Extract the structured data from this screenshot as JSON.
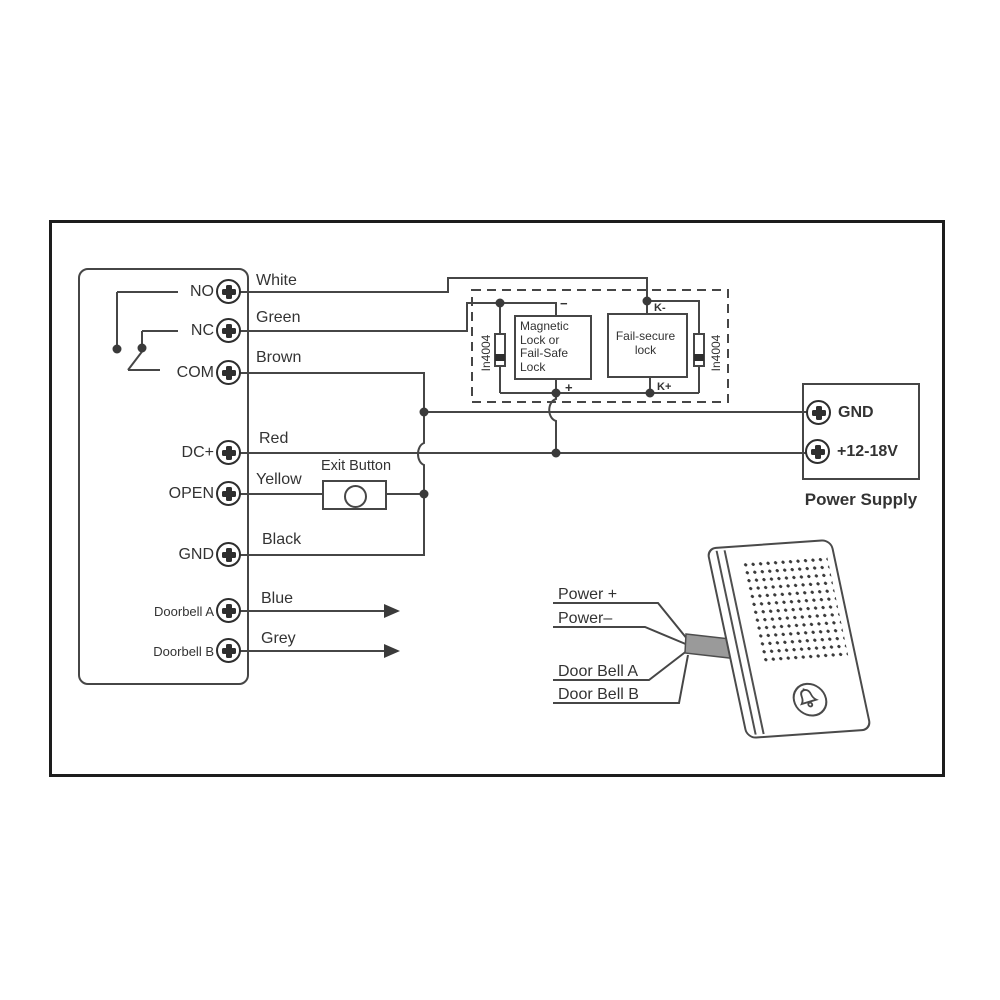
{
  "diagram": {
    "controller": {
      "terminals": [
        {
          "label": "NO",
          "wire": "White"
        },
        {
          "label": "NC",
          "wire": "Green"
        },
        {
          "label": "COM",
          "wire": "Brown"
        },
        {
          "label": "DC+",
          "wire": "Red"
        },
        {
          "label": "OPEN",
          "wire": "Yellow"
        },
        {
          "label": "GND",
          "wire": "Black"
        },
        {
          "label": "Doorbell A",
          "wire": "Blue"
        },
        {
          "label": "Doorbell B",
          "wire": "Grey"
        }
      ]
    },
    "exit_button": {
      "label": "Exit Button"
    },
    "lock_section": {
      "diode_left": "In4004",
      "diode_right": "In4004",
      "magnetic_lock_lines": [
        "Magnetic",
        "Lock or",
        "Fail-Safe",
        "Lock"
      ],
      "fail_secure_lines": [
        "Fail-secure",
        "lock"
      ],
      "minus": "−",
      "plus": "+",
      "k_minus": "K-",
      "k_plus": "K+"
    },
    "power_supply": {
      "label": "Power Supply",
      "terminals": [
        {
          "label": "GND"
        },
        {
          "label": "+12-18V"
        }
      ]
    },
    "doorbell": {
      "wires": [
        {
          "label": "Power +"
        },
        {
          "label": "Power–"
        },
        {
          "label": "Door Bell A"
        },
        {
          "label": "Door Bell B"
        }
      ]
    },
    "colors": {
      "line": "#464646",
      "cable": "#9a9a9a"
    }
  }
}
